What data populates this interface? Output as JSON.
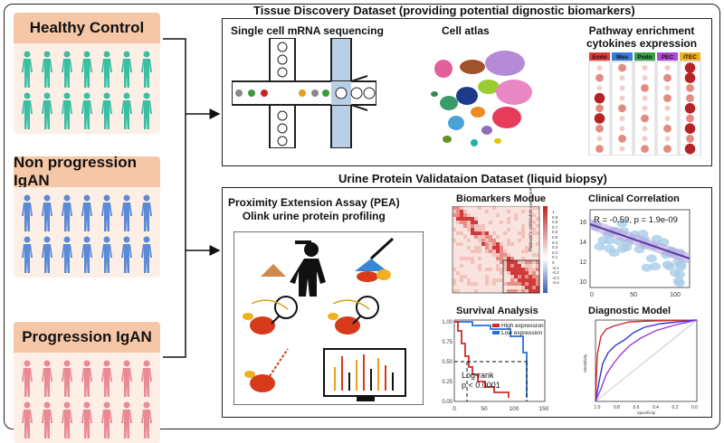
{
  "groups": {
    "healthy": "Healthy Control",
    "nonprogression": "Non progression IgAN",
    "progression": "Progression IgAN"
  },
  "colors": {
    "healthy": "#3bbfa4",
    "nonprogression": "#5b8ad6",
    "progression": "#e98a95",
    "header": "#f6c7a7",
    "body": "#fdefe6"
  },
  "tissue": {
    "title": "Tissue Discovery Dataset (providing potential dignostic biomarkers)",
    "scrna": "Single cell mRNA sequencing",
    "atlas": "Cell atlas",
    "pathway_l1": "Pathway enrichment",
    "pathway_l2": "cytokines expression",
    "cols": [
      "Endo",
      "Mes",
      "Podo",
      "PEC",
      "iTEC"
    ]
  },
  "urine": {
    "title": "Urine Protein Validataion Dataset (liquid biopsy)",
    "pea_l1": "Proximity Extension Assay (PEA)",
    "pea_l2": "Olink urine protein profiling",
    "biomarkers": "Biomarkers Modue",
    "heat_axis": "Pearson's correlation coefficient",
    "heat_ticks": [
      "1",
      "0.9",
      "0.8",
      "0.7",
      "0.6",
      "0.5",
      "0.4",
      "0.3",
      "0.2",
      "0.1",
      "0",
      "-0.1",
      "-0.2",
      "-0.3",
      "-0.4"
    ],
    "clinical": "Clinical Correlation",
    "clinical_stat": "R = -0.59, p = 1.9e-09",
    "survival": "Survival Analysis",
    "diagnostic": "Diagnostic Model"
  },
  "clinical_plot": {
    "yticks": [
      "16",
      "14",
      "12",
      "10"
    ],
    "xticks": [
      "0",
      "50",
      "100"
    ]
  },
  "survival_plot": {
    "legend_high": "High expression",
    "legend_low": "Low expression",
    "logrank_l1": "Log-rank",
    "logrank_l2": "p < 0.0001",
    "yticks": [
      "1.00",
      "0.75",
      "0.50",
      "0.25",
      "0.00"
    ],
    "xticks": [
      "0",
      "50",
      "100",
      "150"
    ]
  },
  "roc_plot": {
    "xlabel": "Specificity",
    "ylabel": "Sensitivity",
    "xticks": [
      "1.0",
      "0.8",
      "0.6",
      "0.4",
      "0.2",
      "0.0"
    ]
  }
}
